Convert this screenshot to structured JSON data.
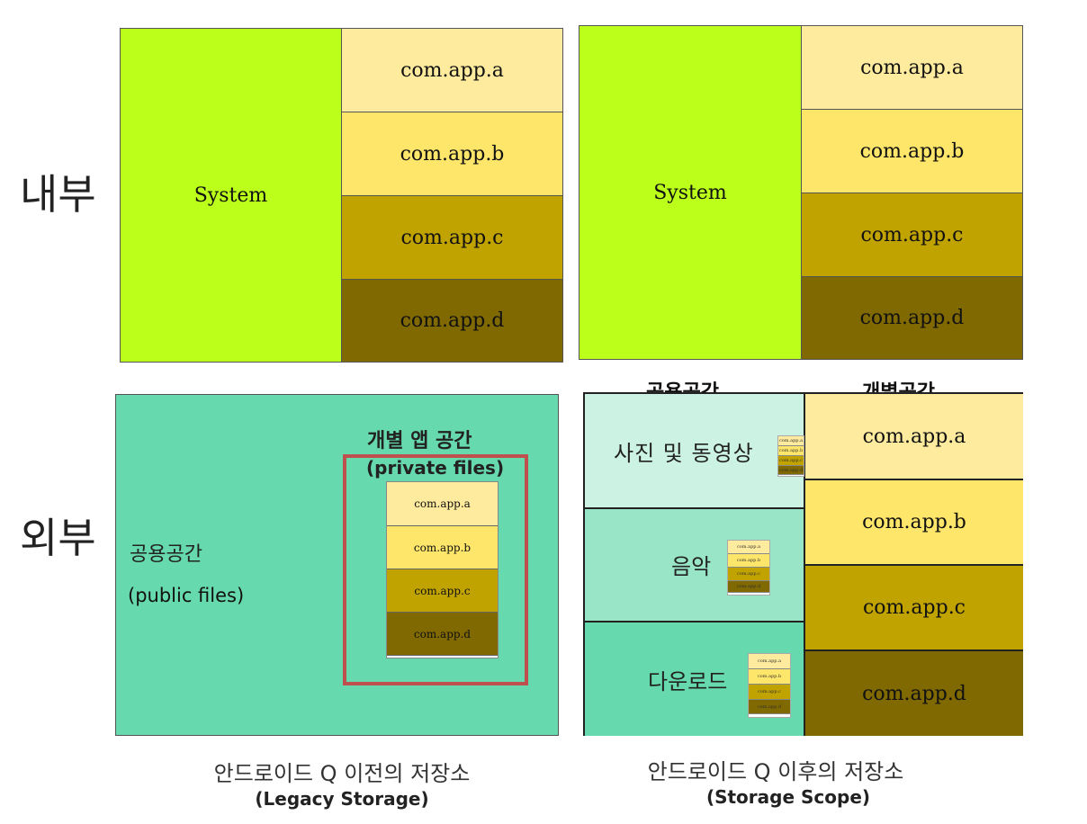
{
  "labels": {
    "internal": "내부",
    "external": "외부"
  },
  "before": {
    "internal": {
      "system": "System",
      "apps": [
        "com.app.a",
        "com.app.b",
        "com.app.c",
        "com.app.d"
      ]
    },
    "external": {
      "public_title": "공용공간",
      "public_sub": "(public files)",
      "private_title": "개별 앱 공간",
      "private_sub": "(private files)",
      "apps": [
        "com.app.a",
        "com.app.b",
        "com.app.c",
        "com.app.d"
      ]
    },
    "caption": {
      "main": "안드로이드 Q 이전의 저장소",
      "sub": "(Legacy Storage)"
    }
  },
  "after": {
    "internal": {
      "system": "System",
      "apps": [
        "com.app.a",
        "com.app.b",
        "com.app.c",
        "com.app.d"
      ]
    },
    "external": {
      "shared_header": "공용공간",
      "private_header": "개별공간",
      "shared_sections": [
        "사진 및 동영상",
        "음악",
        "다운로드"
      ],
      "mini_apps": [
        "com.app.a",
        "com.app.b",
        "com.app.c",
        "com.app.d"
      ],
      "apps": [
        "com.app.a",
        "com.app.b",
        "com.app.c",
        "com.app.d"
      ]
    },
    "caption": {
      "main": "안드로이드 Q 이후의 저장소",
      "sub": "(Storage Scope)"
    }
  },
  "colors": {
    "system": "#bbff1a",
    "app_a": "#feeb9d",
    "app_b": "#fee66a",
    "app_c": "#c1a300",
    "app_d": "#806900",
    "external_green": "#66d9ae",
    "photos_bg": "#ccf2e4",
    "music_bg": "#99e5c8",
    "downloads_bg": "#66d9ae",
    "private_border": "#c0504d"
  }
}
